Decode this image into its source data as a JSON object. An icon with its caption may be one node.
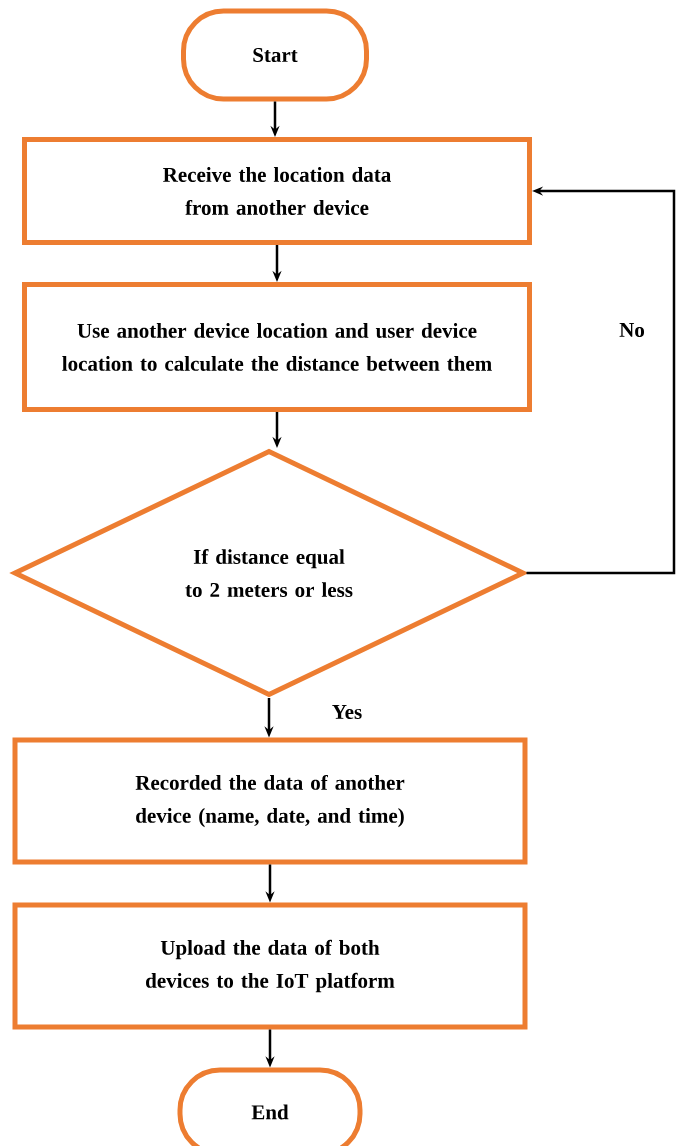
{
  "diagram": {
    "nodes": [
      {
        "text": [
          "Start"
        ]
      },
      {
        "text": [
          "Receive the location data from another device"
        ]
      },
      {
        "text": [
          "Use another device location and user device location to calculate the distance between them"
        ]
      },
      {
        "text": [
          "If distance equal to 2 meters or less"
        ]
      },
      {
        "text": [
          "Recorded the data of another device (name, date, and time)"
        ]
      },
      {
        "text": [
          "Upload the data of both devices to the IoT platform"
        ]
      },
      {
        "text": [
          "End"
        ]
      }
    ],
    "edges": [
      {
        "from": 0,
        "to": 1,
        "arrow": "to"
      },
      {
        "from": 1,
        "to": 2,
        "arrow": "to"
      },
      {
        "from": 2,
        "to": 3,
        "arrow": "to"
      },
      {
        "from": 3,
        "to": 4,
        "arrow": "to",
        "label": "Yes"
      },
      {
        "from": 4,
        "to": 5,
        "arrow": "to"
      },
      {
        "from": 5,
        "to": 6,
        "arrow": "to"
      },
      {
        "from": 3,
        "to": 1,
        "arrow": "to",
        "label": "No"
      }
    ]
  }
}
